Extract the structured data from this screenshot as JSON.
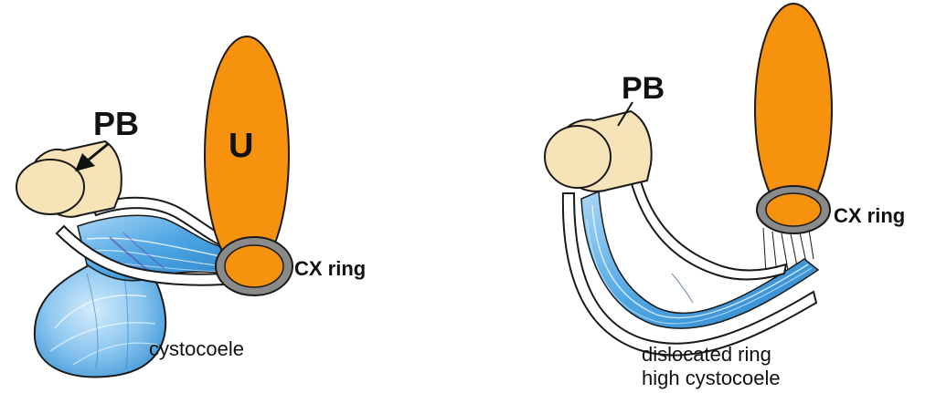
{
  "left_panel": {
    "pb_label": "PB",
    "uterus_label": "U",
    "cx_ring_label": "CX ring",
    "caption": "cystocoele"
  },
  "right_panel": {
    "pb_label": "PB",
    "cx_ring_label": "CX ring",
    "caption_line1": "dislocated ring",
    "caption_line2": "high cystocoele"
  },
  "colors": {
    "uterus": "#f7920e",
    "perineal_body": "#f7e3b8",
    "fascia_blue": "#5aaee6",
    "fascia_light": "#a9d6f5",
    "ring_gray": "#7c7c7c",
    "outline": "#1a1a1a"
  }
}
